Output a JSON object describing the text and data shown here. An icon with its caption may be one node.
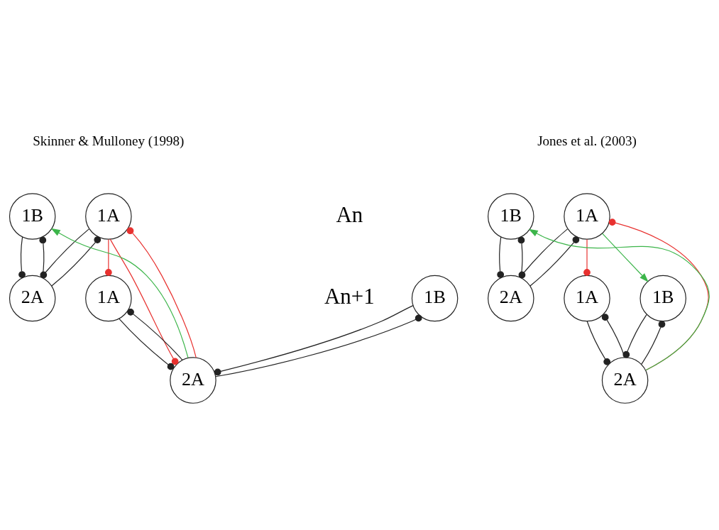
{
  "diagram": {
    "nodes": [
      {
        "text": [
          "1A"
        ]
      },
      {
        "text": [
          "1B"
        ]
      },
      {
        "text": [
          "2A"
        ]
      },
      {
        "text": [
          "1A"
        ]
      },
      {
        "text": [
          "1B"
        ]
      },
      {
        "text": [
          "2A"
        ]
      },
      {
        "text": [
          "1A"
        ]
      },
      {
        "text": [
          "1B"
        ]
      },
      {
        "text": [
          "2A"
        ]
      },
      {
        "text": [
          "1A"
        ]
      },
      {
        "text": [
          "1B"
        ]
      },
      {
        "text": [
          "2A"
        ]
      }
    ],
    "edges": [
      {
        "from": 0,
        "to": 2,
        "arrow": "other"
      },
      {
        "from": 2,
        "to": 0,
        "arrow": "other"
      },
      {
        "from": 2,
        "to": 1,
        "arrow": "other"
      },
      {
        "from": 1,
        "to": 2,
        "arrow": "other"
      },
      {
        "from": 3,
        "to": 5,
        "arrow": "other"
      },
      {
        "from": 5,
        "to": 3,
        "arrow": "other"
      },
      {
        "from": 5,
        "to": 4,
        "arrow": "other"
      },
      {
        "from": 4,
        "to": 5,
        "arrow": "other"
      },
      {
        "from": 0,
        "to": 3,
        "arrow": "other",
        "color": "#e8312f"
      },
      {
        "from": 0,
        "to": 5,
        "arrow": "other",
        "color": "#e8312f"
      },
      {
        "from": 5,
        "to": 0,
        "arrow": "other",
        "color": "#e8312f"
      },
      {
        "from": 5,
        "to": 1,
        "arrow": "to",
        "color": "#3cb54a"
      },
      {
        "from": 6,
        "to": 8,
        "arrow": "other"
      },
      {
        "from": 8,
        "to": 6,
        "arrow": "other"
      },
      {
        "from": 8,
        "to": 7,
        "arrow": "other"
      },
      {
        "from": 7,
        "to": 8,
        "arrow": "other"
      },
      {
        "from": 9,
        "to": 11,
        "arrow": "other"
      },
      {
        "from": 11,
        "to": 9,
        "arrow": "other"
      },
      {
        "from": 11,
        "to": 10,
        "arrow": "other"
      },
      {
        "from": 10,
        "to": 11,
        "arrow": "other"
      },
      {
        "from": 6,
        "to": 9,
        "arrow": "other",
        "color": "#e8312f"
      },
      {
        "from": 6,
        "to": 10,
        "arrow": "to",
        "color": "#3cb54a"
      },
      {
        "from": 11,
        "to": 6,
        "arrow": "other",
        "color": "#e8312f"
      },
      {
        "from": 11,
        "to": 7,
        "arrow": "to",
        "color": "#3cb54a"
      }
    ],
    "labels": [
      "Skinner & Mulloney (1998)",
      "Jones et al. (2003)",
      "An",
      "An+1"
    ]
  }
}
